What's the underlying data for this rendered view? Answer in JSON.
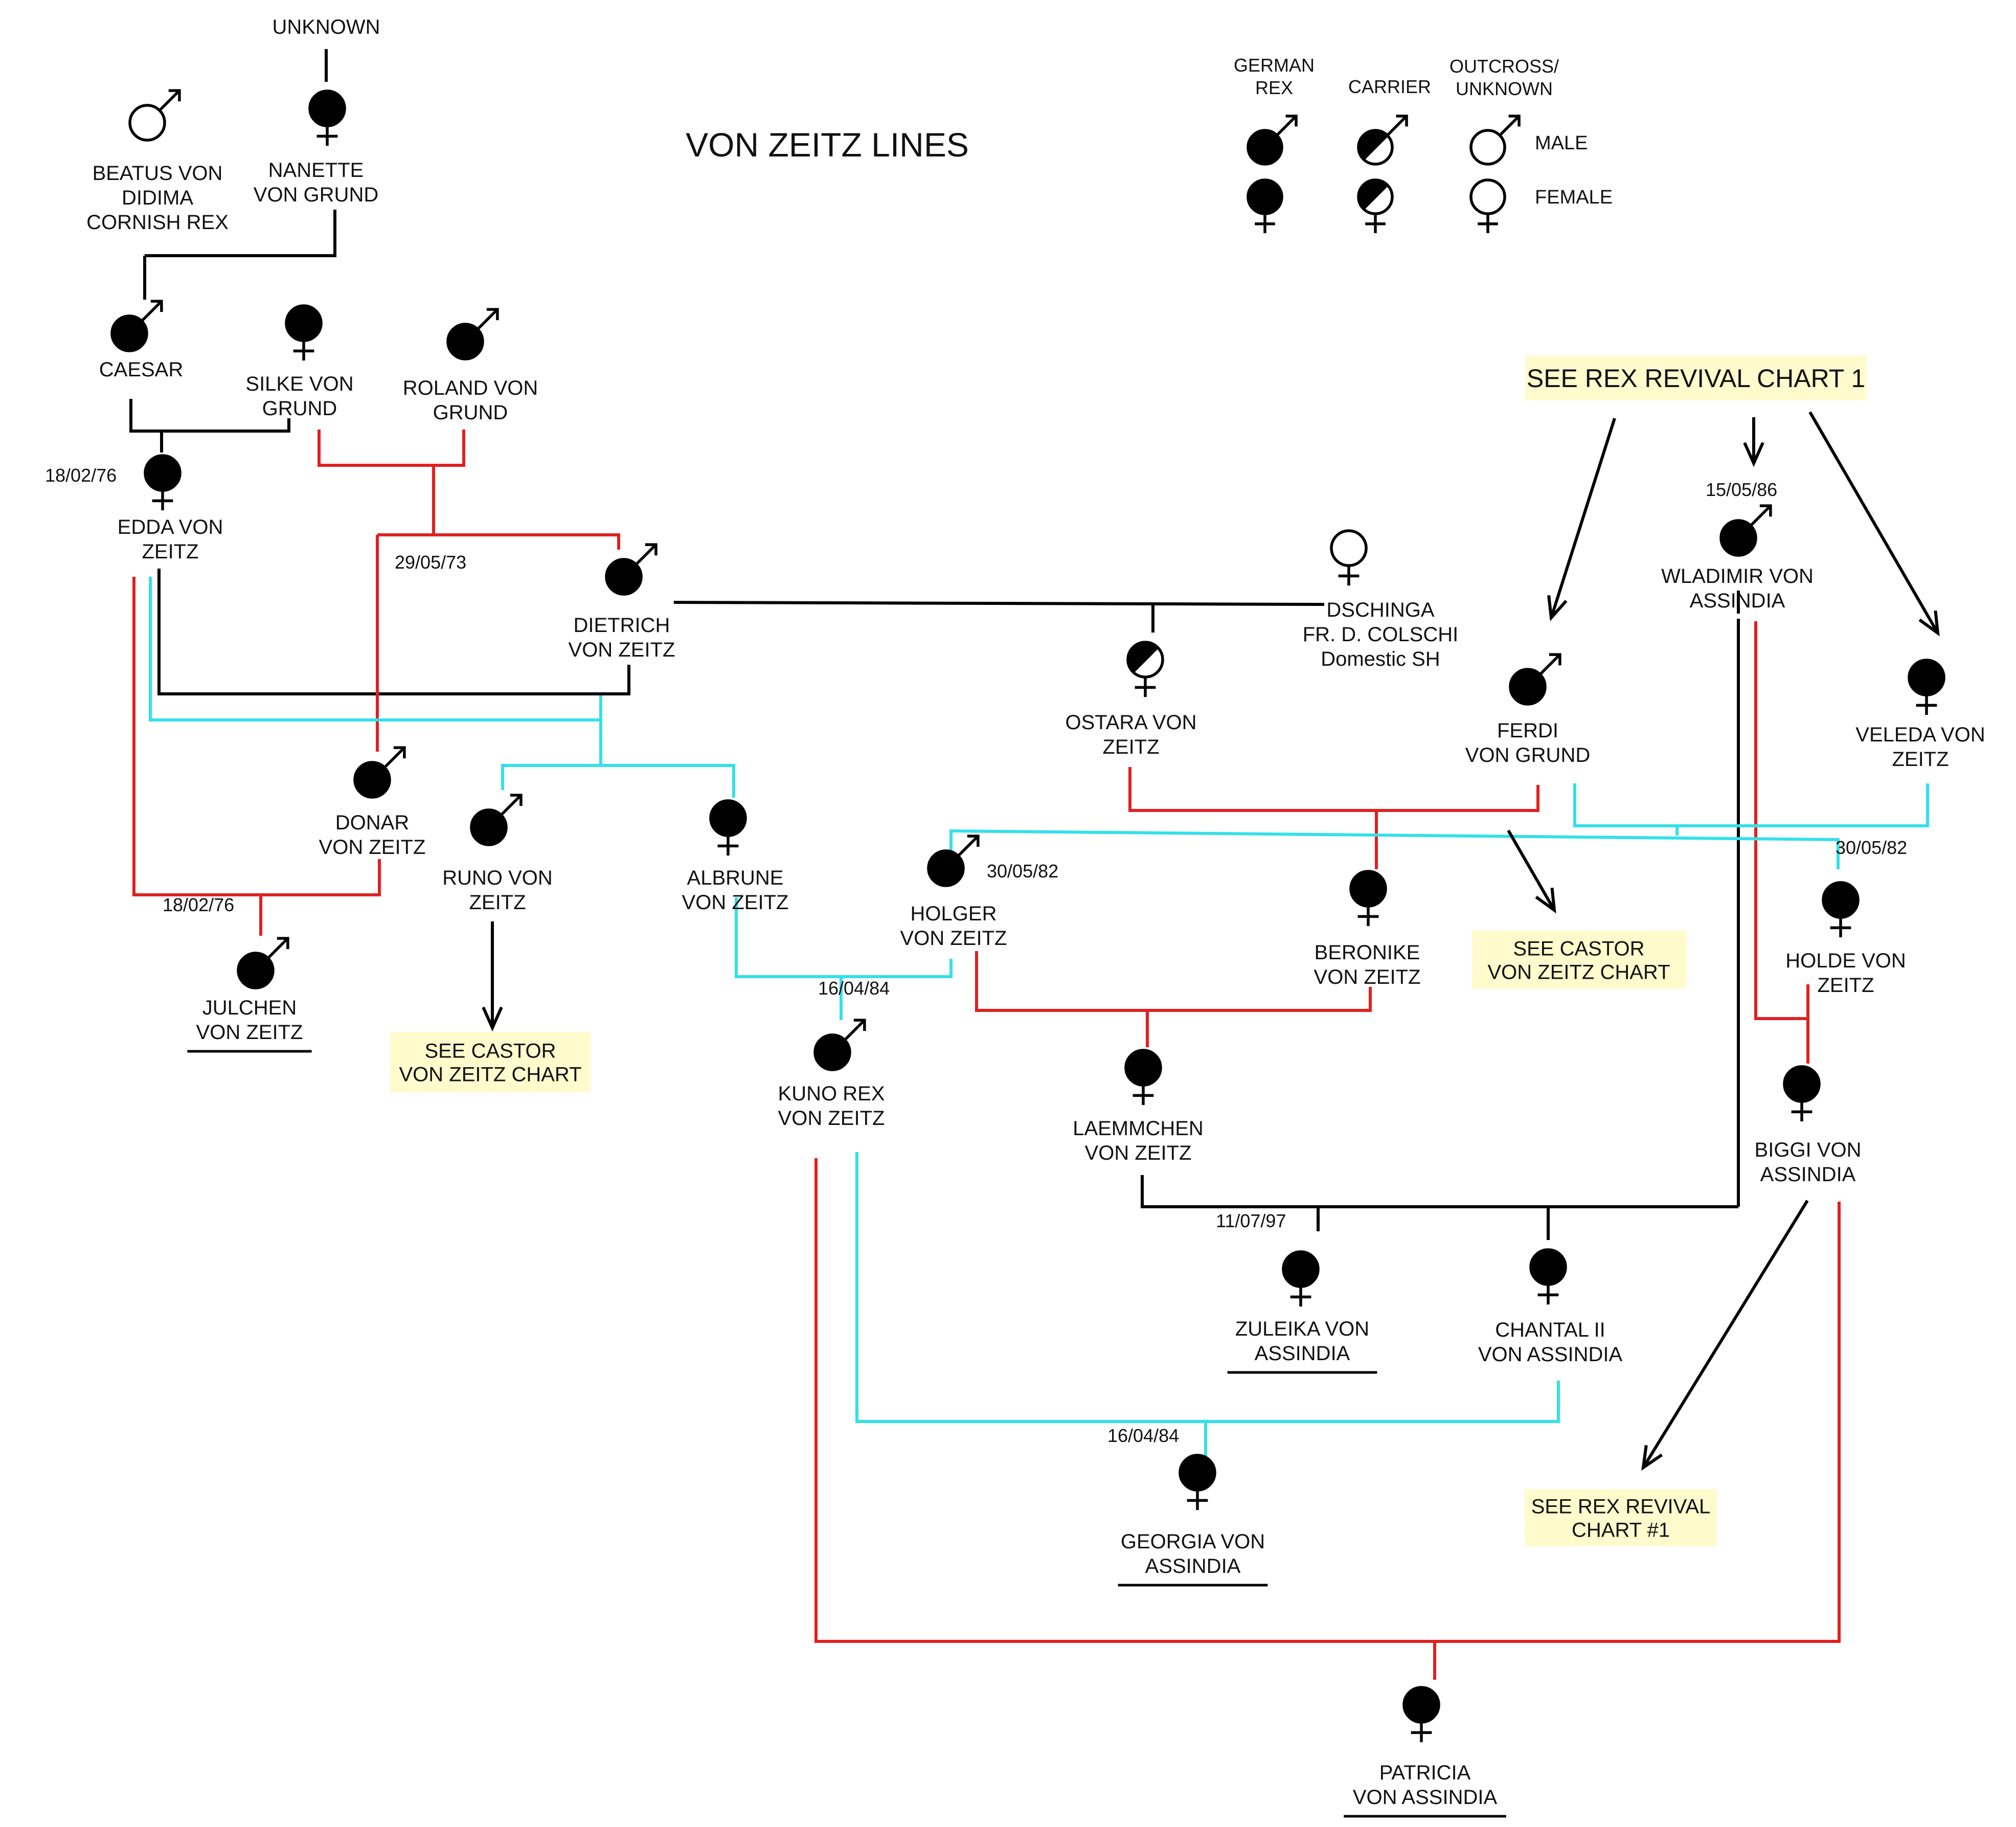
{
  "title": "VON ZEITZ LINES",
  "legend": {
    "categories": [
      "GERMAN\nREX",
      "CARRIER",
      "OUTCROSS/\nUNKNOWN"
    ],
    "rows": [
      "MALE",
      "FEMALE"
    ]
  },
  "colors": {
    "line": "#000000",
    "red": "#e02020",
    "cyan": "#33e0ea",
    "note_bg": "#fffbcc"
  },
  "individuals": [
    {
      "id": "unknown",
      "label": "UNKNOWN"
    },
    {
      "id": "beatus",
      "label": "BEATUS VON\nDIDIMA\nCORNISH REX",
      "sex": "male",
      "status": "outcross"
    },
    {
      "id": "nanette",
      "label": "NANETTE\nVON GRUND",
      "sex": "female",
      "status": "rex"
    },
    {
      "id": "caesar",
      "label": "CAESAR",
      "sex": "male",
      "status": "rex"
    },
    {
      "id": "silke",
      "label": "SILKE VON\nGRUND",
      "sex": "female",
      "status": "rex"
    },
    {
      "id": "roland",
      "label": "ROLAND VON\nGRUND",
      "sex": "male",
      "status": "rex"
    },
    {
      "id": "edda",
      "label": "EDDA VON\nZEITZ",
      "sex": "female",
      "status": "rex"
    },
    {
      "id": "dietrich",
      "label": "DIETRICH\nVON ZEITZ",
      "sex": "male",
      "status": "rex"
    },
    {
      "id": "dschinga",
      "label": "DSCHINGA\nFR. D. COLSCHI\nDomestic SH",
      "sex": "female",
      "status": "outcross"
    },
    {
      "id": "ostara",
      "label": "OSTARA VON\nZEITZ",
      "sex": "female",
      "status": "carrier"
    },
    {
      "id": "wladimir",
      "label": "WLADIMIR VON\nASSINDIA",
      "sex": "male",
      "status": "rex"
    },
    {
      "id": "ferdi",
      "label": "FERDI\nVON GRUND",
      "sex": "male",
      "status": "rex"
    },
    {
      "id": "veleda",
      "label": "VELEDA VON\nZEITZ",
      "sex": "female",
      "status": "rex"
    },
    {
      "id": "donar",
      "label": "DONAR\nVON ZEITZ",
      "sex": "male",
      "status": "rex"
    },
    {
      "id": "runo",
      "label": "RUNO VON\nZEITZ",
      "sex": "male",
      "status": "rex"
    },
    {
      "id": "albrune",
      "label": "ALBRUNE\nVON ZEITZ",
      "sex": "female",
      "status": "rex"
    },
    {
      "id": "holger",
      "label": "HOLGER\nVON ZEITZ",
      "sex": "male",
      "status": "rex"
    },
    {
      "id": "beronike",
      "label": "BERONIKE\nVON ZEITZ",
      "sex": "female",
      "status": "rex"
    },
    {
      "id": "holde",
      "label": "HOLDE VON\nZEITZ",
      "sex": "female",
      "status": "rex"
    },
    {
      "id": "julchen",
      "label": "JULCHEN\nVON ZEITZ",
      "sex": "male",
      "status": "rex",
      "underline": true
    },
    {
      "id": "kuno",
      "label": "KUNO REX\nVON ZEITZ",
      "sex": "male",
      "status": "rex"
    },
    {
      "id": "laemmchen",
      "label": "LAEMMCHEN\nVON ZEITZ",
      "sex": "female",
      "status": "rex"
    },
    {
      "id": "biggi",
      "label": "BIGGI VON\nASSINDIA",
      "sex": "female",
      "status": "rex"
    },
    {
      "id": "zuleika",
      "label": "ZULEIKA VON\nASSINDIA",
      "sex": "female",
      "status": "rex",
      "underline": true
    },
    {
      "id": "chantal",
      "label": "CHANTAL II\nVON ASSINDIA",
      "sex": "female",
      "status": "rex"
    },
    {
      "id": "georgia",
      "label": "GEORGIA VON\nASSINDIA",
      "sex": "female",
      "status": "rex",
      "underline": true
    },
    {
      "id": "patricia",
      "label": "PATRICIA\nVON ASSINDIA",
      "sex": "female",
      "status": "rex",
      "underline": true
    }
  ],
  "dates": [
    {
      "id": "d_edda",
      "text": "18/02/76"
    },
    {
      "id": "d_dietrich",
      "text": "29/05/73"
    },
    {
      "id": "d_wladimir",
      "text": "15/05/86"
    },
    {
      "id": "d_holger",
      "text": "30/05/82"
    },
    {
      "id": "d_holde",
      "text": "30/05/82"
    },
    {
      "id": "d_julchen",
      "text": "18/02/76"
    },
    {
      "id": "d_kuno",
      "text": "16/04/84"
    },
    {
      "id": "d_zuleika",
      "text": "11/07/97"
    },
    {
      "id": "d_georgia",
      "text": "16/04/84"
    }
  ],
  "notes": [
    {
      "id": "n_revival_top",
      "text": "SEE REX REVIVAL CHART 1"
    },
    {
      "id": "n_castor_mid",
      "text": "SEE CASTOR\nVON ZEITZ CHART"
    },
    {
      "id": "n_castor_left",
      "text": "SEE CASTOR\nVON ZEITZ CHART"
    },
    {
      "id": "n_revival_bottom",
      "text": "SEE REX REVIVAL\nCHART #1"
    }
  ]
}
